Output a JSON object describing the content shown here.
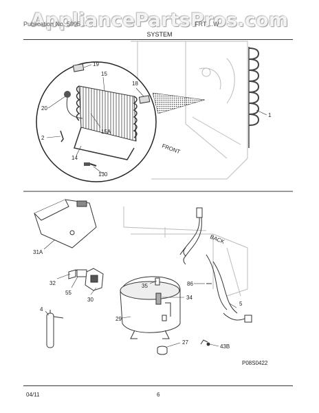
{
  "watermark": "AppliancePartsPros.com",
  "header": {
    "left": "Publication No. 5995 ...",
    "right": "FRT ...W",
    "section": "SYSTEM"
  },
  "callouts": {
    "top": [
      "19",
      "15",
      "18",
      "20",
      "15A",
      "2",
      "14",
      "130",
      "1",
      "FRONT"
    ],
    "bottom": [
      "31A",
      "BACK",
      "32",
      "55",
      "30",
      "35",
      "86",
      "34",
      "4",
      "29",
      "5",
      "27",
      "43B"
    ]
  },
  "diagram_code": "P08S0422",
  "footer": {
    "date": "04/11",
    "page": "6"
  }
}
